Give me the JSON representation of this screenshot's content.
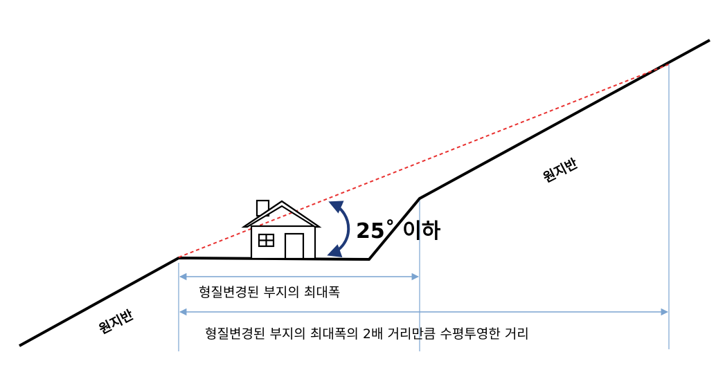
{
  "diagram": {
    "ground_left_label": "원지반",
    "ground_right_label": "원지반",
    "angle_label": "25˚ 이하",
    "width_label": "형질변경된 부지의 최대폭",
    "projection_label": "형질변경된 부지의 최대폭의 2배 거리만큼 수평투영한 거리",
    "colors": {
      "ground": "#000000",
      "slope_line": "#e8302f",
      "angle_arrow": "#1f3a78",
      "dimension": "#7aa3d0",
      "house": "#000000"
    }
  }
}
